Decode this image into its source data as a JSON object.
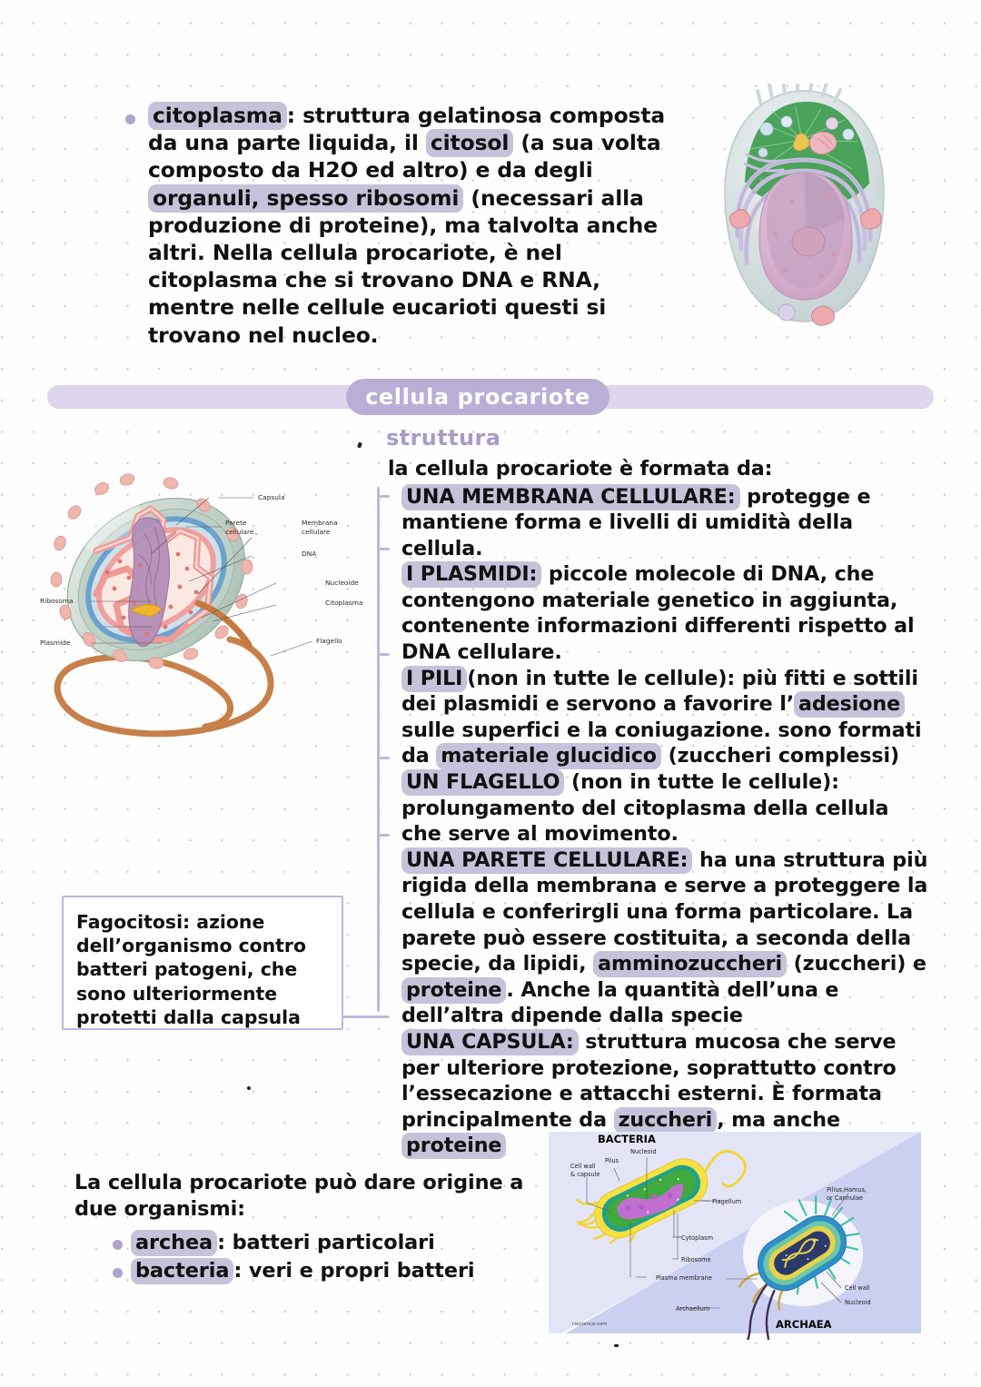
{
  "colors": {
    "accent": "#b9aed6",
    "banner_bar": "#ddd6ec",
    "highlight": "#c6c2da",
    "bracket": "#c3b6dd",
    "heading": "#a99bc8",
    "bullet": "#b0a3cc"
  },
  "top_note": {
    "bullet_icon": "bullet-dot",
    "segments": [
      {
        "text": "citoplasma",
        "highlight": true
      },
      {
        "text": ": struttura gelatinosa composta da una parte liquida, il ",
        "highlight": false
      },
      {
        "text": "citosol",
        "highlight": true
      },
      {
        "text": " (a sua volta composto da H2O ed altro) e da degli ",
        "highlight": false
      },
      {
        "text": "organuli, spesso ribosomi",
        "highlight": true
      },
      {
        "text": " (necessari alla produzione di proteine), ma talvolta anche altri. Nella cellula procariote, è nel citoplasma che si trovano DNA e RNA, mentre nelle cellule eucarioti questi si trovano nel nucleo.",
        "highlight": false
      }
    ]
  },
  "banner": {
    "title": "cellula procariote"
  },
  "structure": {
    "heading": "struttura",
    "lead": "la cellula procariote è formata da:",
    "items": [
      {
        "term": "UNA MEMBRANA CELLULARE:",
        "segments": [
          {
            "text": "UNA MEMBRANA CELLULARE:",
            "highlight": true
          },
          {
            "text": " protegge e mantiene forma e livelli di umidità della cellula.",
            "highlight": false
          }
        ]
      },
      {
        "term": "I PLASMIDI:",
        "segments": [
          {
            "text": "I PLASMIDI:",
            "highlight": true
          },
          {
            "text": " piccole molecole di DNA, che contengono materiale genetico in aggiunta, contenente informazioni differenti rispetto al DNA cellulare.",
            "highlight": false
          }
        ]
      },
      {
        "term": "I PILI",
        "segments": [
          {
            "text": "I PILI",
            "highlight": true
          },
          {
            "text": "(non in tutte le cellule): più fitti e sottili dei plasmidi e servono a favorire l’",
            "highlight": false
          },
          {
            "text": "adesione",
            "highlight": true
          },
          {
            "text": " sulle superfici e la coniugazione. sono formati da ",
            "highlight": false
          },
          {
            "text": "materiale glucidico",
            "highlight": true
          },
          {
            "text": " (zuccheri complessi)",
            "highlight": false
          }
        ]
      },
      {
        "term": "UN FLAGELLO",
        "segments": [
          {
            "text": "UN FLAGELLO",
            "highlight": true
          },
          {
            "text": " (non in tutte le cellule): prolungamento del citoplasma della cellula che serve al movimento.",
            "highlight": false
          }
        ]
      },
      {
        "term": "UNA PARETE CELLULARE:",
        "segments": [
          {
            "text": "UNA PARETE CELLULARE:",
            "highlight": true
          },
          {
            "text": " ha una struttura più rigida della membrana e serve a proteggere la cellula e conferirgli una forma particolare. La parete può essere costituita, a seconda della specie, da lipidi, ",
            "highlight": false
          },
          {
            "text": "amminozuccheri",
            "highlight": true
          },
          {
            "text": " (zuccheri) e ",
            "highlight": false
          },
          {
            "text": "proteine",
            "highlight": true
          },
          {
            "text": ". Anche la quantità dell’una e dell’altra dipende  dalla specie",
            "highlight": false
          }
        ]
      },
      {
        "term": "UNA CAPSULA:",
        "segments": [
          {
            "text": "UNA CAPSULA:",
            "highlight": true
          },
          {
            "text": " struttura mucosa che serve per ulteriore protezione, soprattutto contro l’essecazione e attacchi esterni. È formata principalmente da ",
            "highlight": false
          },
          {
            "text": "zuccheri",
            "highlight": true
          },
          {
            "text": ", ma anche ",
            "highlight": false
          },
          {
            "text": "proteine",
            "highlight": true
          }
        ]
      }
    ]
  },
  "fagocitosi_box": {
    "text": "Fagocitosi: azione dell’organismo contro batteri patogeni, che sono ulteriormente protetti dalla capsula"
  },
  "bottom_note": {
    "lead": "La cellula procariote può dare origine a due organismi:",
    "items": [
      {
        "term": "archea",
        "rest": ": batteri particolari"
      },
      {
        "term": "bacteria",
        "rest": ": veri e propri batteri"
      }
    ]
  },
  "bacterium_diagram": {
    "labels": {
      "capsula": "Capsula",
      "parete_cellulare": "Parete\ncellulare",
      "membrana_cellulare": "Membrana\ncellulare",
      "dna": "DNA",
      "nucleoide": "Nucleoide",
      "citoplasma": "Citoplasma",
      "flagello": "Flagello",
      "ribosoma": "Ribosoma",
      "plasmide": "Plasmide"
    }
  },
  "bacteria_archaea_figure": {
    "title_left": "BACTERIA",
    "title_right": "ARCHAEA",
    "credit": "rsscience.com",
    "labels_left": {
      "cell_wall_capsule": "Cell wall\n& capsule",
      "pilus": "Pilus",
      "nucleoid": "Nucleoid",
      "flagellum": "Flagellum",
      "cytoplasm": "Cytoplasm",
      "ribosome": "Ribosome",
      "plasma_membrane": "Plasma membrane"
    },
    "labels_right": {
      "pilus_hamus": "Pilius,Hamus,\nor Cannulae",
      "cell_wall": "Cell wall",
      "nucleoid": "Nucleoid",
      "archaellum": "Archaellum"
    }
  }
}
